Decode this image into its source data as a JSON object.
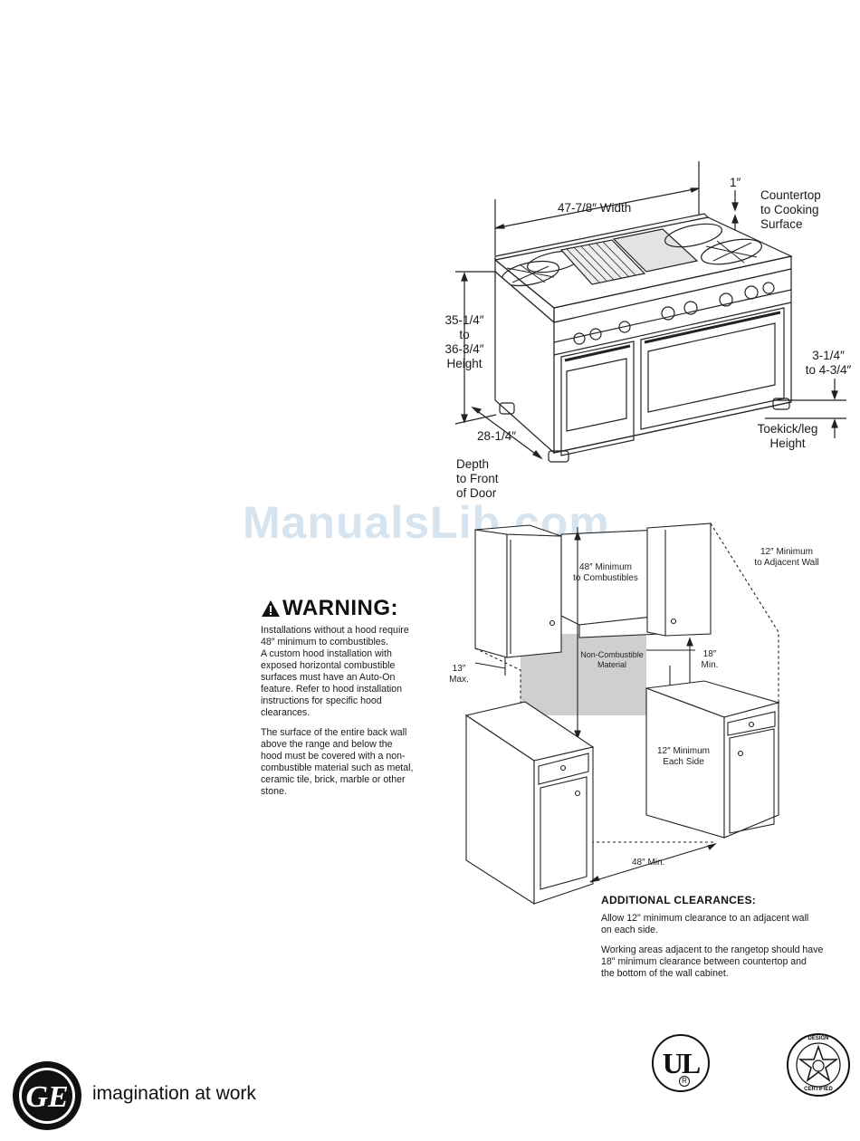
{
  "range_diagram": {
    "width_label": "47-7/8″ Width",
    "top_offset_label": "1″",
    "countertop_label": [
      "Countertop",
      "to Cooking",
      "Surface"
    ],
    "height_label": [
      "35-1/4″",
      "to",
      "36-3/4″",
      "Height"
    ],
    "toekick_dim_label": [
      "3-1/4″",
      "to 4-3/4″"
    ],
    "toekick_label": [
      "Toekick/leg",
      "Height"
    ],
    "depth_dim_label": "28-1/4″",
    "depth_label": [
      "Depth",
      "to Front",
      "of Door"
    ]
  },
  "watermark": "ManualsLib.com",
  "clearance_diagram": {
    "min_combustibles": [
      "48″ Minimum",
      "to Combustibles"
    ],
    "adjacent_wall": [
      "12″ Minimum",
      "to Adjacent Wall"
    ],
    "non_combustible": [
      "Non-Combustible",
      "Material"
    ],
    "thirteen_max": [
      "13″",
      "Max."
    ],
    "eighteen_min": [
      "18″",
      "Min."
    ],
    "each_side": [
      "12″ Minimum",
      "Each Side"
    ],
    "width_min": "48″ Min."
  },
  "warning": {
    "title": "WARNING:",
    "para1": [
      "Installations without a hood require",
      "48″ minimum to combustibles.",
      "A custom hood installation with",
      "exposed horizontal combustible",
      "surfaces must have an Auto-On",
      "feature. Refer to hood installation",
      "instructions for specific hood",
      "clearances."
    ],
    "para2": [
      "The surface of the entire back wall",
      "above the range and below the",
      "hood must be covered with a non-",
      "combustible material such as metal,",
      "ceramic tile, brick, marble or other",
      "stone."
    ]
  },
  "additional": {
    "title": "ADDITIONAL CLEARANCES:",
    "para1": [
      "Allow 12\" minimum clearance to an adjacent wall",
      "on each side."
    ],
    "para2": [
      "Working areas adjacent to the rangetop should have",
      "18\" minimum clearance between countertop and",
      "the bottom of the wall cabinet."
    ]
  },
  "footer": {
    "tagline": "imagination at work",
    "ul_mark": "UL",
    "ul_registered": "R",
    "csa_top": "DESIGN",
    "csa_bottom": "CERTIFIED"
  }
}
